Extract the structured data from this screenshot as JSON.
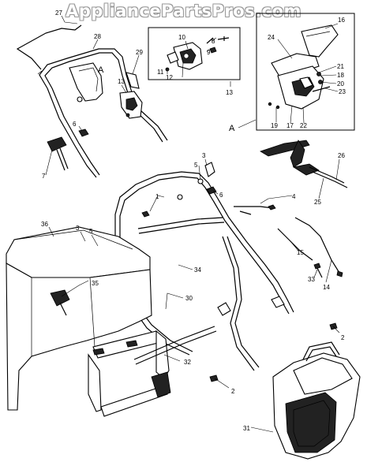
{
  "watermark": "AppliancePartsPros.com",
  "callouts": {
    "c1": "1",
    "c2a": "2",
    "c2b": "2",
    "c3a": "3",
    "c3b": "3",
    "c4": "4",
    "c5a": "5",
    "c5b": "5",
    "c6a": "6",
    "c6b": "6",
    "c7": "7",
    "c8": "8",
    "c9": "9",
    "c10": "10",
    "c11": "11",
    "c12": "12",
    "c13a": "13",
    "c13b": "13",
    "c14": "14",
    "c15": "15",
    "c16": "16",
    "c17": "17",
    "c18": "18",
    "c19": "19",
    "c20": "20",
    "c21": "21",
    "c22": "22",
    "c23": "23",
    "c24": "24",
    "c25": "25",
    "c26": "26",
    "c27": "27",
    "c28": "28",
    "c29": "29",
    "c30": "30",
    "c31": "31",
    "c32": "32",
    "c33": "33",
    "c34": "34",
    "c35": "35",
    "c36": "36"
  },
  "detail_refs": {
    "a_main": "A",
    "a_inset": "A"
  }
}
